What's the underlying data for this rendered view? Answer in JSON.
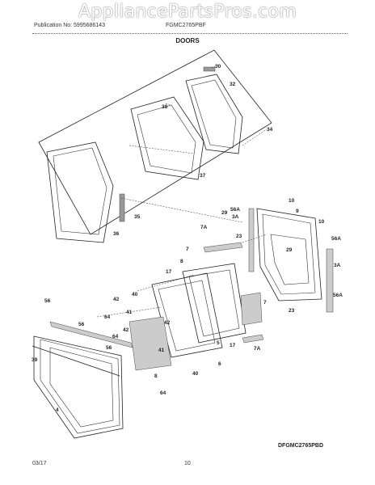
{
  "watermark": "AppliancePartsPros.com",
  "header": {
    "publication": "Publication No: 5995686143",
    "model": "FGMC2765PBF"
  },
  "section_title": "DOORS",
  "diagram_code": "DFGMC2765PBD",
  "footer": {
    "date": "03/17",
    "page": "10"
  },
  "part_labels": {
    "l30": "30",
    "l32": "32",
    "l38": "38",
    "l34": "34",
    "l37": "37",
    "l35": "35",
    "l36": "36",
    "l10a": "10",
    "l56A_top": "56A",
    "l3A_top": "3A",
    "l29a": "29",
    "l7A_top": "7A",
    "l23a": "23",
    "l9": "9",
    "l10b": "10",
    "l56A_r": "56A",
    "l29b": "29",
    "l3A_r": "3A",
    "l56A_r2": "56A",
    "l23b": "23",
    "l7a": "7",
    "l8a": "8",
    "l17a": "17",
    "l40a": "40",
    "l56a": "56",
    "l42a": "42",
    "l64a": "64",
    "l41a": "41",
    "l56b": "56",
    "l7b": "7",
    "l39": "39",
    "l64b": "64",
    "l42b": "42",
    "l42c": "42",
    "l56c": "56",
    "l41b": "41",
    "l4": "4",
    "l8b": "8",
    "l64c": "64",
    "l40b": "40",
    "l6": "6",
    "l5": "5",
    "l17b": "17",
    "l7A_bot": "7A"
  }
}
